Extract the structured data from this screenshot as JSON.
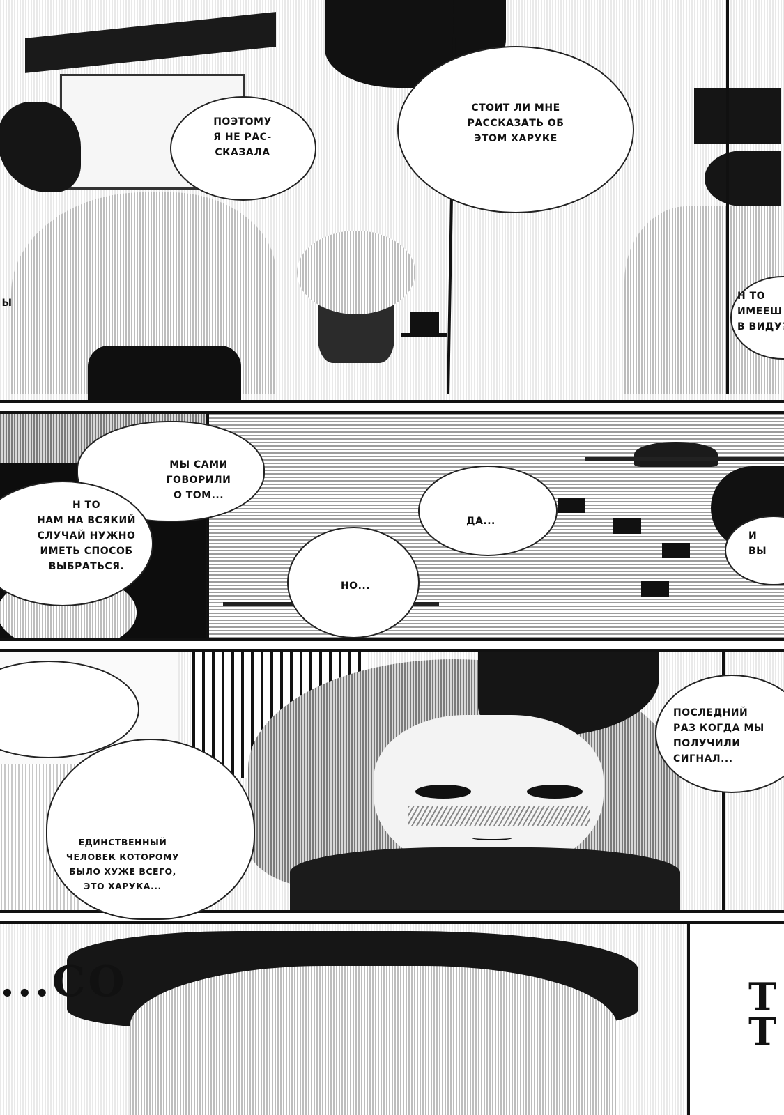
{
  "page": {
    "background": "#ffffff",
    "ink": "#111111"
  },
  "dialogue": {
    "panel1_left": "ПОЭТОМУ\nЯ НЕ РАС-\nСКАЗАЛА",
    "panel1_right": "СТОИТ ЛИ МНЕ\nРАССКАЗАТЬ ОБ\nЭТОМ ХАРУКЕ",
    "panel1_cut_left": "Ы",
    "panel1_cut_right": "Н ТО\nИМЕЕШ\nВ ВИДУ?",
    "panel2_top": "МЫ САМИ\nГОВОРИЛИ\nО ТОМ...",
    "panel2_left": "Н ТО\nНАМ НА ВСЯКИЙ\nСЛУЧАЙ НУЖНО\nИМЕТЬ СПОСОБ\nВЫБРАТЬСЯ.",
    "panel2_mid_a": "ДА...",
    "panel2_mid_b": "НО...",
    "panel2_cut_right": "И\nВЫ",
    "panel3_right": "ПОСЛЕДНИЙ\nРАЗ КОГДА МЫ\nПОЛУЧИЛИ\nСИГНАЛ...",
    "panel3_left": "ЕДИНСТВЕННЫЙ\nЧЕЛОВЕК КОТОРОМУ\nБЫЛО ХУЖЕ ВСЕГО,\nЭТО ХАРУКА...",
    "panel4_sfx": "...СО",
    "panel4_edge_a": "Т",
    "panel4_edge_b": "Т"
  }
}
